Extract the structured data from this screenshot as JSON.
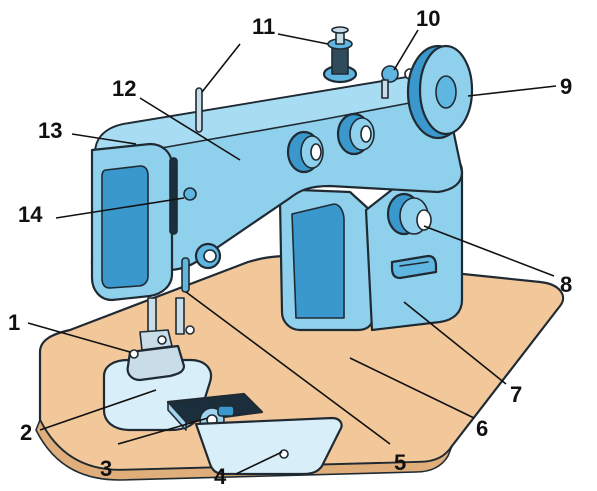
{
  "colors": {
    "body_blue": "#8fd0ec",
    "body_shade": "#5fb6e0",
    "body_dark": "#3a98cc",
    "table_tan": "#f2c89a",
    "outline": "#1f2a33",
    "metal": "#c9dde8"
  },
  "callouts": [
    {
      "id": "1",
      "label": "1"
    },
    {
      "id": "2",
      "label": "2"
    },
    {
      "id": "3",
      "label": "3"
    },
    {
      "id": "4",
      "label": "4"
    },
    {
      "id": "5",
      "label": "5"
    },
    {
      "id": "6",
      "label": "6"
    },
    {
      "id": "7",
      "label": "7"
    },
    {
      "id": "8",
      "label": "8"
    },
    {
      "id": "9",
      "label": "9"
    },
    {
      "id": "10",
      "label": "10"
    },
    {
      "id": "11",
      "label": "11"
    },
    {
      "id": "12",
      "label": "12"
    },
    {
      "id": "13",
      "label": "13"
    },
    {
      "id": "14",
      "label": "14"
    }
  ]
}
